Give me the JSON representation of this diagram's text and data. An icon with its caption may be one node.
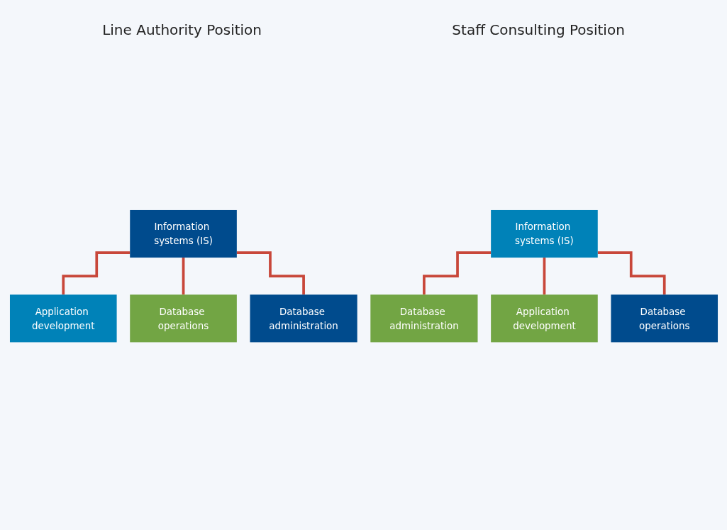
{
  "diagram": {
    "nodes": [
      {
        "text": [
          "Information systems (IS)"
        ]
      },
      {
        "text": [
          "Application development"
        ]
      },
      {
        "text": [
          "Database operations"
        ]
      },
      {
        "text": [
          "Database administration"
        ]
      },
      {
        "text": [
          "Information systems (IS)"
        ]
      },
      {
        "text": [
          "Database administration"
        ]
      },
      {
        "text": [
          "Application development"
        ]
      },
      {
        "text": [
          "Database operations"
        ]
      }
    ],
    "edges": [
      {
        "from": 0,
        "to": 1,
        "arrow": "none"
      },
      {
        "from": 0,
        "to": 2,
        "arrow": "none"
      },
      {
        "from": 0,
        "to": 3,
        "arrow": "none"
      },
      {
        "from": 4,
        "to": 5,
        "arrow": "none"
      },
      {
        "from": 4,
        "to": 6,
        "arrow": "none"
      },
      {
        "from": 4,
        "to": 7,
        "arrow": "none"
      }
    ],
    "labels": [
      "Line Authority Position",
      "Staff Consulting Position"
    ]
  }
}
